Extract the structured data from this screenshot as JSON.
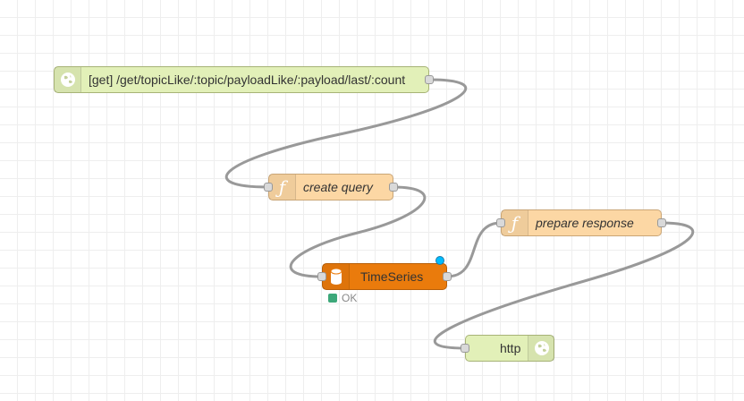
{
  "flow": {
    "nodes": {
      "http_in": {
        "label": "[get] /get/topicLike/:topic/payloadLike/:payload/last/:count",
        "icon": "globe-icon"
      },
      "create_query": {
        "label": "create query",
        "icon": "function-icon"
      },
      "timeseries": {
        "label": "TimeSeries",
        "icon": "database-icon",
        "status": "OK",
        "status_color": "#3da87a"
      },
      "prepare_response": {
        "label": "prepare response",
        "icon": "function-icon"
      },
      "http_out": {
        "label": "http",
        "icon": "globe-icon"
      }
    }
  },
  "colors": {
    "http_node": "#e2f0b8",
    "function_node": "#fcd7a4",
    "storage_node": "#ea7b0c",
    "wire": "#999999",
    "changed_indicator": "#00bcff"
  }
}
